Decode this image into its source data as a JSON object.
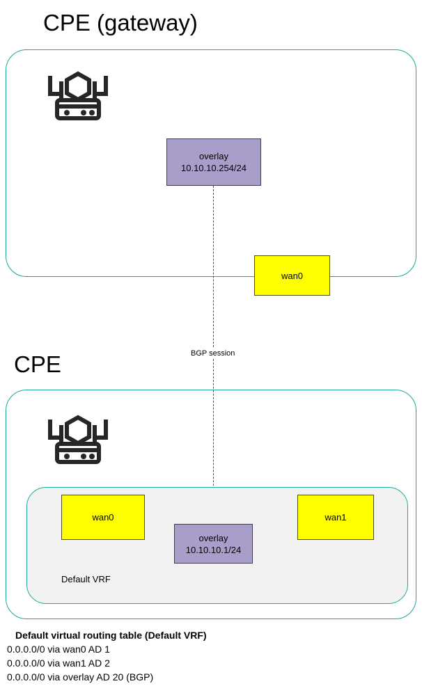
{
  "diagram": {
    "sections": [
      {
        "title": "CPE (gateway)",
        "device_icon": "router-icon",
        "interfaces": [
          {
            "name": "overlay-gateway",
            "line1": "overlay",
            "line2": "10.10.10.254/24",
            "kind": "overlay",
            "color": "#a99ec9"
          },
          {
            "name": "wan0-gateway",
            "line1": "wan0",
            "line2": "",
            "kind": "wan",
            "color": "#ffff00"
          }
        ]
      },
      {
        "title": "CPE",
        "device_icon": "router-icon",
        "vrf": {
          "label": "Default VRF",
          "fill": "#f2f2f2",
          "interfaces": [
            {
              "name": "wan0-cpe",
              "line1": "wan0",
              "line2": "",
              "kind": "wan",
              "color": "#ffff00"
            },
            {
              "name": "overlay-cpe",
              "line1": "overlay",
              "line2": "10.10.10.1/24",
              "kind": "overlay",
              "color": "#a99ec9"
            },
            {
              "name": "wan1-cpe",
              "line1": "wan1",
              "line2": "",
              "kind": "wan",
              "color": "#ffff00"
            }
          ]
        }
      }
    ],
    "link": {
      "label": "BGP session",
      "style": "dashed",
      "color": "#4d4d4d"
    },
    "routing_table": {
      "title": "Default virtual routing table (Default VRF)",
      "routes": [
        "0.0.0.0/0 via wan0 AD 1",
        "0.0.0.0/0 via wan1 AD 2",
        "0.0.0.0/0 via overlay AD 20 (BGP)"
      ]
    },
    "colors": {
      "container_border": "#1aa79b",
      "wan_fill": "#ffff00",
      "overlay_fill": "#a99ec9",
      "vrf_fill": "#f2f2f2",
      "link": "#4d4d4d"
    }
  }
}
